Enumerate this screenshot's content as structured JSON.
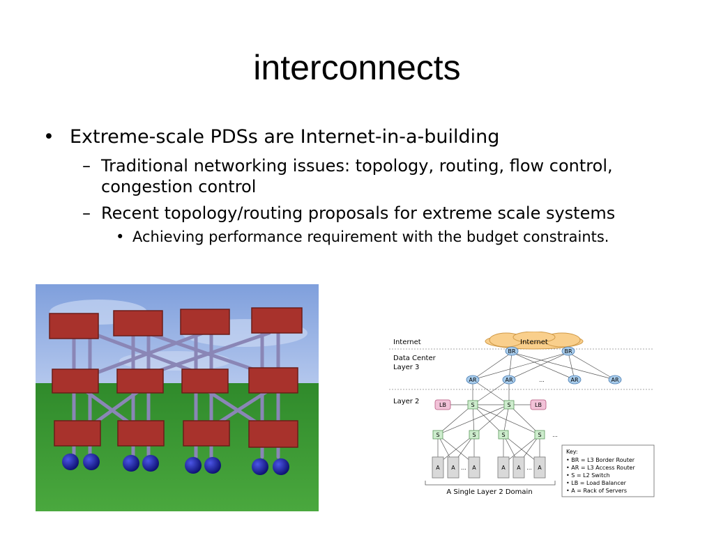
{
  "slide": {
    "title": "interconnects",
    "bullets": [
      {
        "marker": "•",
        "text": "Extreme-scale PDSs are Internet-in-a-building"
      },
      {
        "marker": "–",
        "lines": [
          "Traditional networking issues: topology, routing, flow control,",
          "congestion control"
        ]
      },
      {
        "marker": "–",
        "text": "Recent topology/routing proposals for extreme scale systems"
      },
      {
        "marker": "•",
        "text": "Achieving performance requirement with the budget constraints."
      }
    ]
  },
  "diagram": {
    "layers": {
      "internet": "Internet",
      "dc": [
        "Data Center",
        "Layer 3"
      ],
      "l2": "Layer 2"
    },
    "cloud_label": "Internet",
    "node_labels": {
      "br": "BR",
      "ar": "AR",
      "s": "S",
      "lb": "LB",
      "a": "A",
      "ellipsis": "..."
    },
    "domain_label": "A Single Layer 2 Domain",
    "key": {
      "title": "Key:",
      "items": [
        "• BR = L3 Border Router",
        "• AR = L3 Access Router",
        "• S = L2 Switch",
        "• LB = Load Balancer",
        "• A = Rack of Servers"
      ]
    },
    "colors": {
      "node_blue": "#a9cdec",
      "switch_green": "#cdeccd",
      "lb_pink": "#f2c2d8",
      "cloud_orange": "#f9cf8c"
    }
  },
  "render3d": {
    "colors": {
      "sky": "#8ba9e2",
      "grass": "#3f9a35",
      "box": "#a8322c",
      "node": "#151a98",
      "rod": "#8a86b6"
    }
  }
}
